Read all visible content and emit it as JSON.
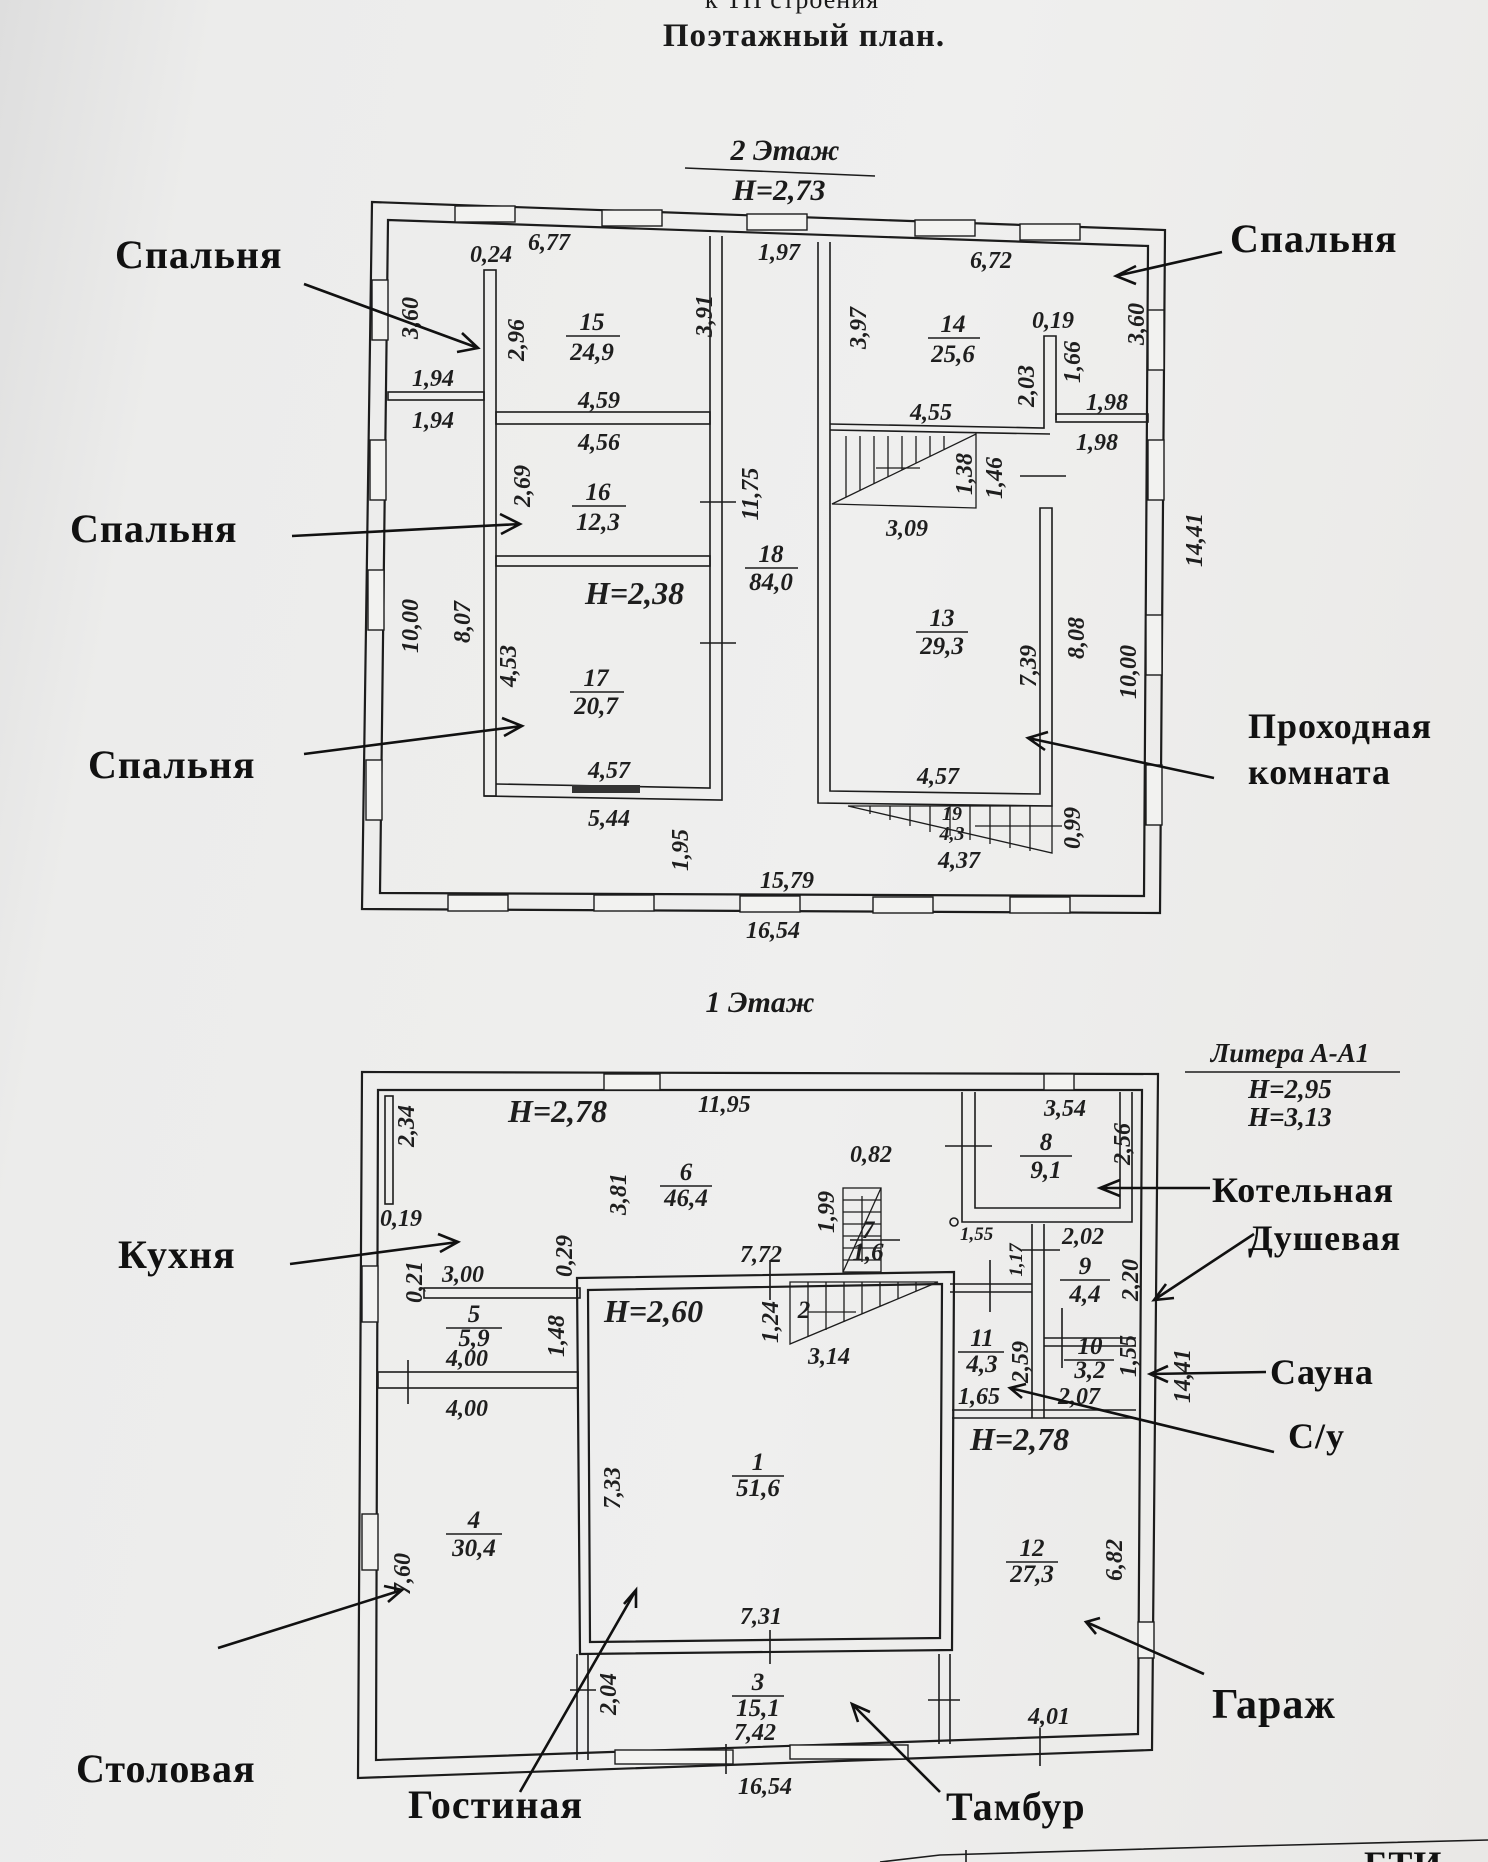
{
  "header": {
    "subtitle_cut": "к ТП строения",
    "title": "Поэтажный план."
  },
  "floor2": {
    "label": "2 Этаж",
    "height": "Н=2,73",
    "inner_height": "Н=2,38",
    "rooms": [
      {
        "num": "15",
        "area": "24,9"
      },
      {
        "num": "14",
        "area": "25,6"
      },
      {
        "num": "16",
        "area": "12,3"
      },
      {
        "num": "18",
        "area": "84,0"
      },
      {
        "num": "17",
        "area": "20,7"
      },
      {
        "num": "13",
        "area": "29,3"
      },
      {
        "num": "19",
        "area": "4,3"
      }
    ],
    "dims": {
      "d_0_24": "0,24",
      "d_6_77": "6,77",
      "d_1_97": "1,97",
      "d_6_72": "6,72",
      "d_3_60_l": "3,60",
      "d_2_96": "2,96",
      "d_3_91": "3,91",
      "d_3_97": "3,97",
      "d_0_19": "0,19",
      "d_3_60_r": "3,60",
      "d_1_94_a": "1,94",
      "d_1_94_b": "1,94",
      "d_4_59": "4,59",
      "d_4_56": "4,56",
      "d_2_03": "2,03",
      "d_1_66": "1,66",
      "d_4_55": "4,55",
      "d_1_98_a": "1,98",
      "d_1_98_b": "1,98",
      "d_2_69": "2,69",
      "d_11_75": "11,75",
      "d_1_38": "1,38",
      "d_1_46": "1,46",
      "d_3_09": "3,09",
      "d_14_41": "14,41",
      "d_10_00_l": "10,00",
      "d_8_07": "8,07",
      "d_4_53": "4,53",
      "d_7_39": "7,39",
      "d_8_08": "8,08",
      "d_10_00_r": "10,00",
      "d_4_57_a": "4,57",
      "d_4_57_b": "4,57",
      "d_5_44": "5,44",
      "d_1_95": "1,95",
      "d_4_37": "4,37",
      "d_0_99": "0,99",
      "d_15_79": "15,79",
      "d_16_54": "16,54"
    },
    "callouts": {
      "bedroom_tl": "Спальня",
      "bedroom_tr": "Спальня",
      "bedroom_ml": "Спальня",
      "bedroom_bl": "Спальня",
      "walkthrough_1": "Проходная",
      "walkthrough_2": "комната"
    }
  },
  "floor1": {
    "label": "1 Этаж",
    "litera": "Литера А-А1",
    "litera_h1": "Н=2,95",
    "litera_h2": "Н=3,13",
    "h_main": "Н=2,78",
    "h_living": "Н=2,60",
    "h_garage": "Н=2,78",
    "rooms": [
      {
        "num": "6",
        "area": "46,4"
      },
      {
        "num": "8",
        "area": "9,1"
      },
      {
        "num": "7",
        "area": "1,6"
      },
      {
        "num": "9",
        "area": "4,4"
      },
      {
        "num": "5",
        "area": "5,9"
      },
      {
        "num": "2",
        "area": ""
      },
      {
        "num": "11",
        "area": "4,3"
      },
      {
        "num": "10",
        "area": "3,2"
      },
      {
        "num": "4",
        "area": "30,4"
      },
      {
        "num": "1",
        "area": "51,6"
      },
      {
        "num": "12",
        "area": "27,3"
      },
      {
        "num": "3",
        "area": "15,1"
      }
    ],
    "dims": {
      "d_2_34": "2,34",
      "d_11_95": "11,95",
      "d_3_54": "3,54",
      "d_2_56": "2,56",
      "d_0_82": "0,82",
      "d_3_81": "3,81",
      "d_1_99": "1,99",
      "d_0_19": "0,19",
      "d_0_29": "0,29",
      "d_0_21": "0,21",
      "d_3_00": "3,00",
      "d_7_72": "7,72",
      "d_1_55_a": "1,55",
      "d_1_17": "1,17",
      "d_2_02": "2,02",
      "d_2_20": "2,20",
      "d_1_48": "1,48",
      "d_4_00_a": "4,00",
      "d_4_00_b": "4,00",
      "d_1_24": "1,24",
      "d_3_14": "3,14",
      "d_2_59": "2,59",
      "d_1_55_b": "1,55",
      "d_14_41": "14,41",
      "d_1_65": "1,65",
      "d_2_07": "2,07",
      "d_7_33": "7,33",
      "d_7_60": "7,60",
      "d_6_82": "6,82",
      "d_7_31": "7,31",
      "d_2_04": "2,04",
      "d_7_42": "7,42",
      "d_4_01": "4,01",
      "d_16_54": "16,54"
    },
    "callouts": {
      "kitchen": "Кухня",
      "boiler": "Котельная",
      "shower": "Душевая",
      "sauna": "Сауна",
      "wc": "С/у",
      "dining": "Столовая",
      "living": "Гостиная",
      "vestibule": "Тамбур",
      "garage": "Гараж"
    }
  },
  "footer": {
    "cut_text": "БТИ"
  }
}
